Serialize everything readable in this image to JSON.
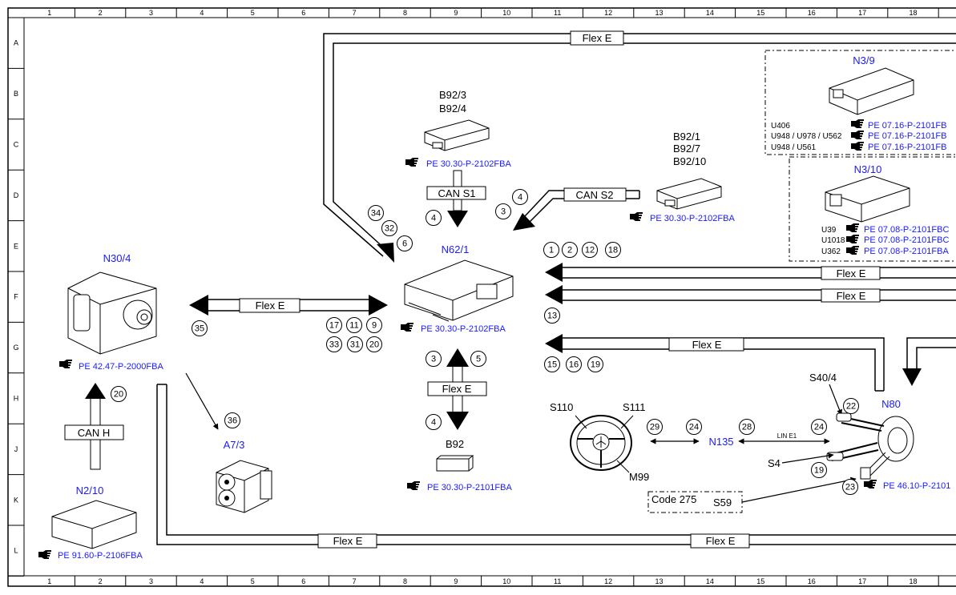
{
  "grid": {
    "cols": [
      "1",
      "2",
      "3",
      "4",
      "5",
      "6",
      "7",
      "8",
      "9",
      "10",
      "11",
      "12",
      "13",
      "14",
      "15",
      "16",
      "17",
      "18"
    ],
    "rows": [
      "A",
      "B",
      "C",
      "D",
      "E",
      "F",
      "G",
      "H",
      "J",
      "K",
      "L"
    ]
  },
  "components": {
    "n30_4": "N30/4",
    "n62_1": "N62/1",
    "n3_9": "N3/9",
    "n3_10": "N3/10",
    "a7_3": "A7/3",
    "n2_10": "N2/10",
    "n80": "N80",
    "n135": "N135",
    "b92_3": "B92/3",
    "b92_4": "B92/4",
    "b92_1": "B92/1",
    "b92_7": "B92/7",
    "b92_10": "B92/10",
    "b92": "B92",
    "s110": "S110",
    "s111": "S111",
    "m99": "M99",
    "s40_4": "S40/4",
    "s4": "S4",
    "s59": "S59",
    "code275": "Code 275"
  },
  "buses": {
    "flex_e": "Flex E",
    "can_s1": "CAN S1",
    "can_s2": "CAN S2",
    "can_h": "CAN H",
    "lin_e1": "LIN E1"
  },
  "refs": {
    "b92_3": "PE 30.30-P-2102FBA",
    "b92_1": "PE 30.30-P-2102FBA",
    "n62_1": "PE 30.30-P-2102FBA",
    "n30_4": "PE 42.47-P-2000FBA",
    "b92": "PE 30.30-P-2101FBA",
    "n2_10": "PE 91.60-P-2106FBA",
    "n80": "PE 46.10-P-2101",
    "n3_9_a": "PE 07.16-P-2101FB",
    "n3_9_b": "PE 07.16-P-2101FB",
    "n3_9_c": "PE 07.16-P-2101FB",
    "n3_10_a": "PE 07.08-P-2101FBC",
    "n3_10_b": "PE 07.08-P-2101FBC",
    "n3_10_c": "PE 07.08-P-2101FBA"
  },
  "variants": {
    "n3_9_a": "U406",
    "n3_9_b": "U948 / U978 / U562",
    "n3_9_c": "U948 / U561",
    "n3_10_a": "U39",
    "n3_10_b": "U1018",
    "n3_10_c": "U362"
  },
  "circles": [
    {
      "id": "c34",
      "v": "34"
    },
    {
      "id": "c32",
      "v": "32"
    },
    {
      "id": "c6a",
      "v": "6"
    },
    {
      "id": "c4a",
      "v": "4"
    },
    {
      "id": "c3a",
      "v": "3"
    },
    {
      "id": "c4b",
      "v": "4"
    },
    {
      "id": "c1",
      "v": "1"
    },
    {
      "id": "c2",
      "v": "2"
    },
    {
      "id": "c12",
      "v": "12"
    },
    {
      "id": "c18",
      "v": "18"
    },
    {
      "id": "c13",
      "v": "13"
    },
    {
      "id": "c35",
      "v": "35"
    },
    {
      "id": "c17",
      "v": "17"
    },
    {
      "id": "c11",
      "v": "11"
    },
    {
      "id": "c9",
      "v": "9"
    },
    {
      "id": "c33",
      "v": "33"
    },
    {
      "id": "c31",
      "v": "31"
    },
    {
      "id": "c20a",
      "v": "20"
    },
    {
      "id": "c3b",
      "v": "3"
    },
    {
      "id": "c5",
      "v": "5"
    },
    {
      "id": "c4c",
      "v": "4"
    },
    {
      "id": "c15",
      "v": "15"
    },
    {
      "id": "c16",
      "v": "16"
    },
    {
      "id": "c19a",
      "v": "19"
    },
    {
      "id": "c20b",
      "v": "20"
    },
    {
      "id": "c36",
      "v": "36"
    },
    {
      "id": "c29",
      "v": "29"
    },
    {
      "id": "c24a",
      "v": "24"
    },
    {
      "id": "c28",
      "v": "28"
    },
    {
      "id": "c24b",
      "v": "24"
    },
    {
      "id": "c22",
      "v": "22"
    },
    {
      "id": "c19b",
      "v": "19"
    },
    {
      "id": "c23",
      "v": "23"
    }
  ]
}
